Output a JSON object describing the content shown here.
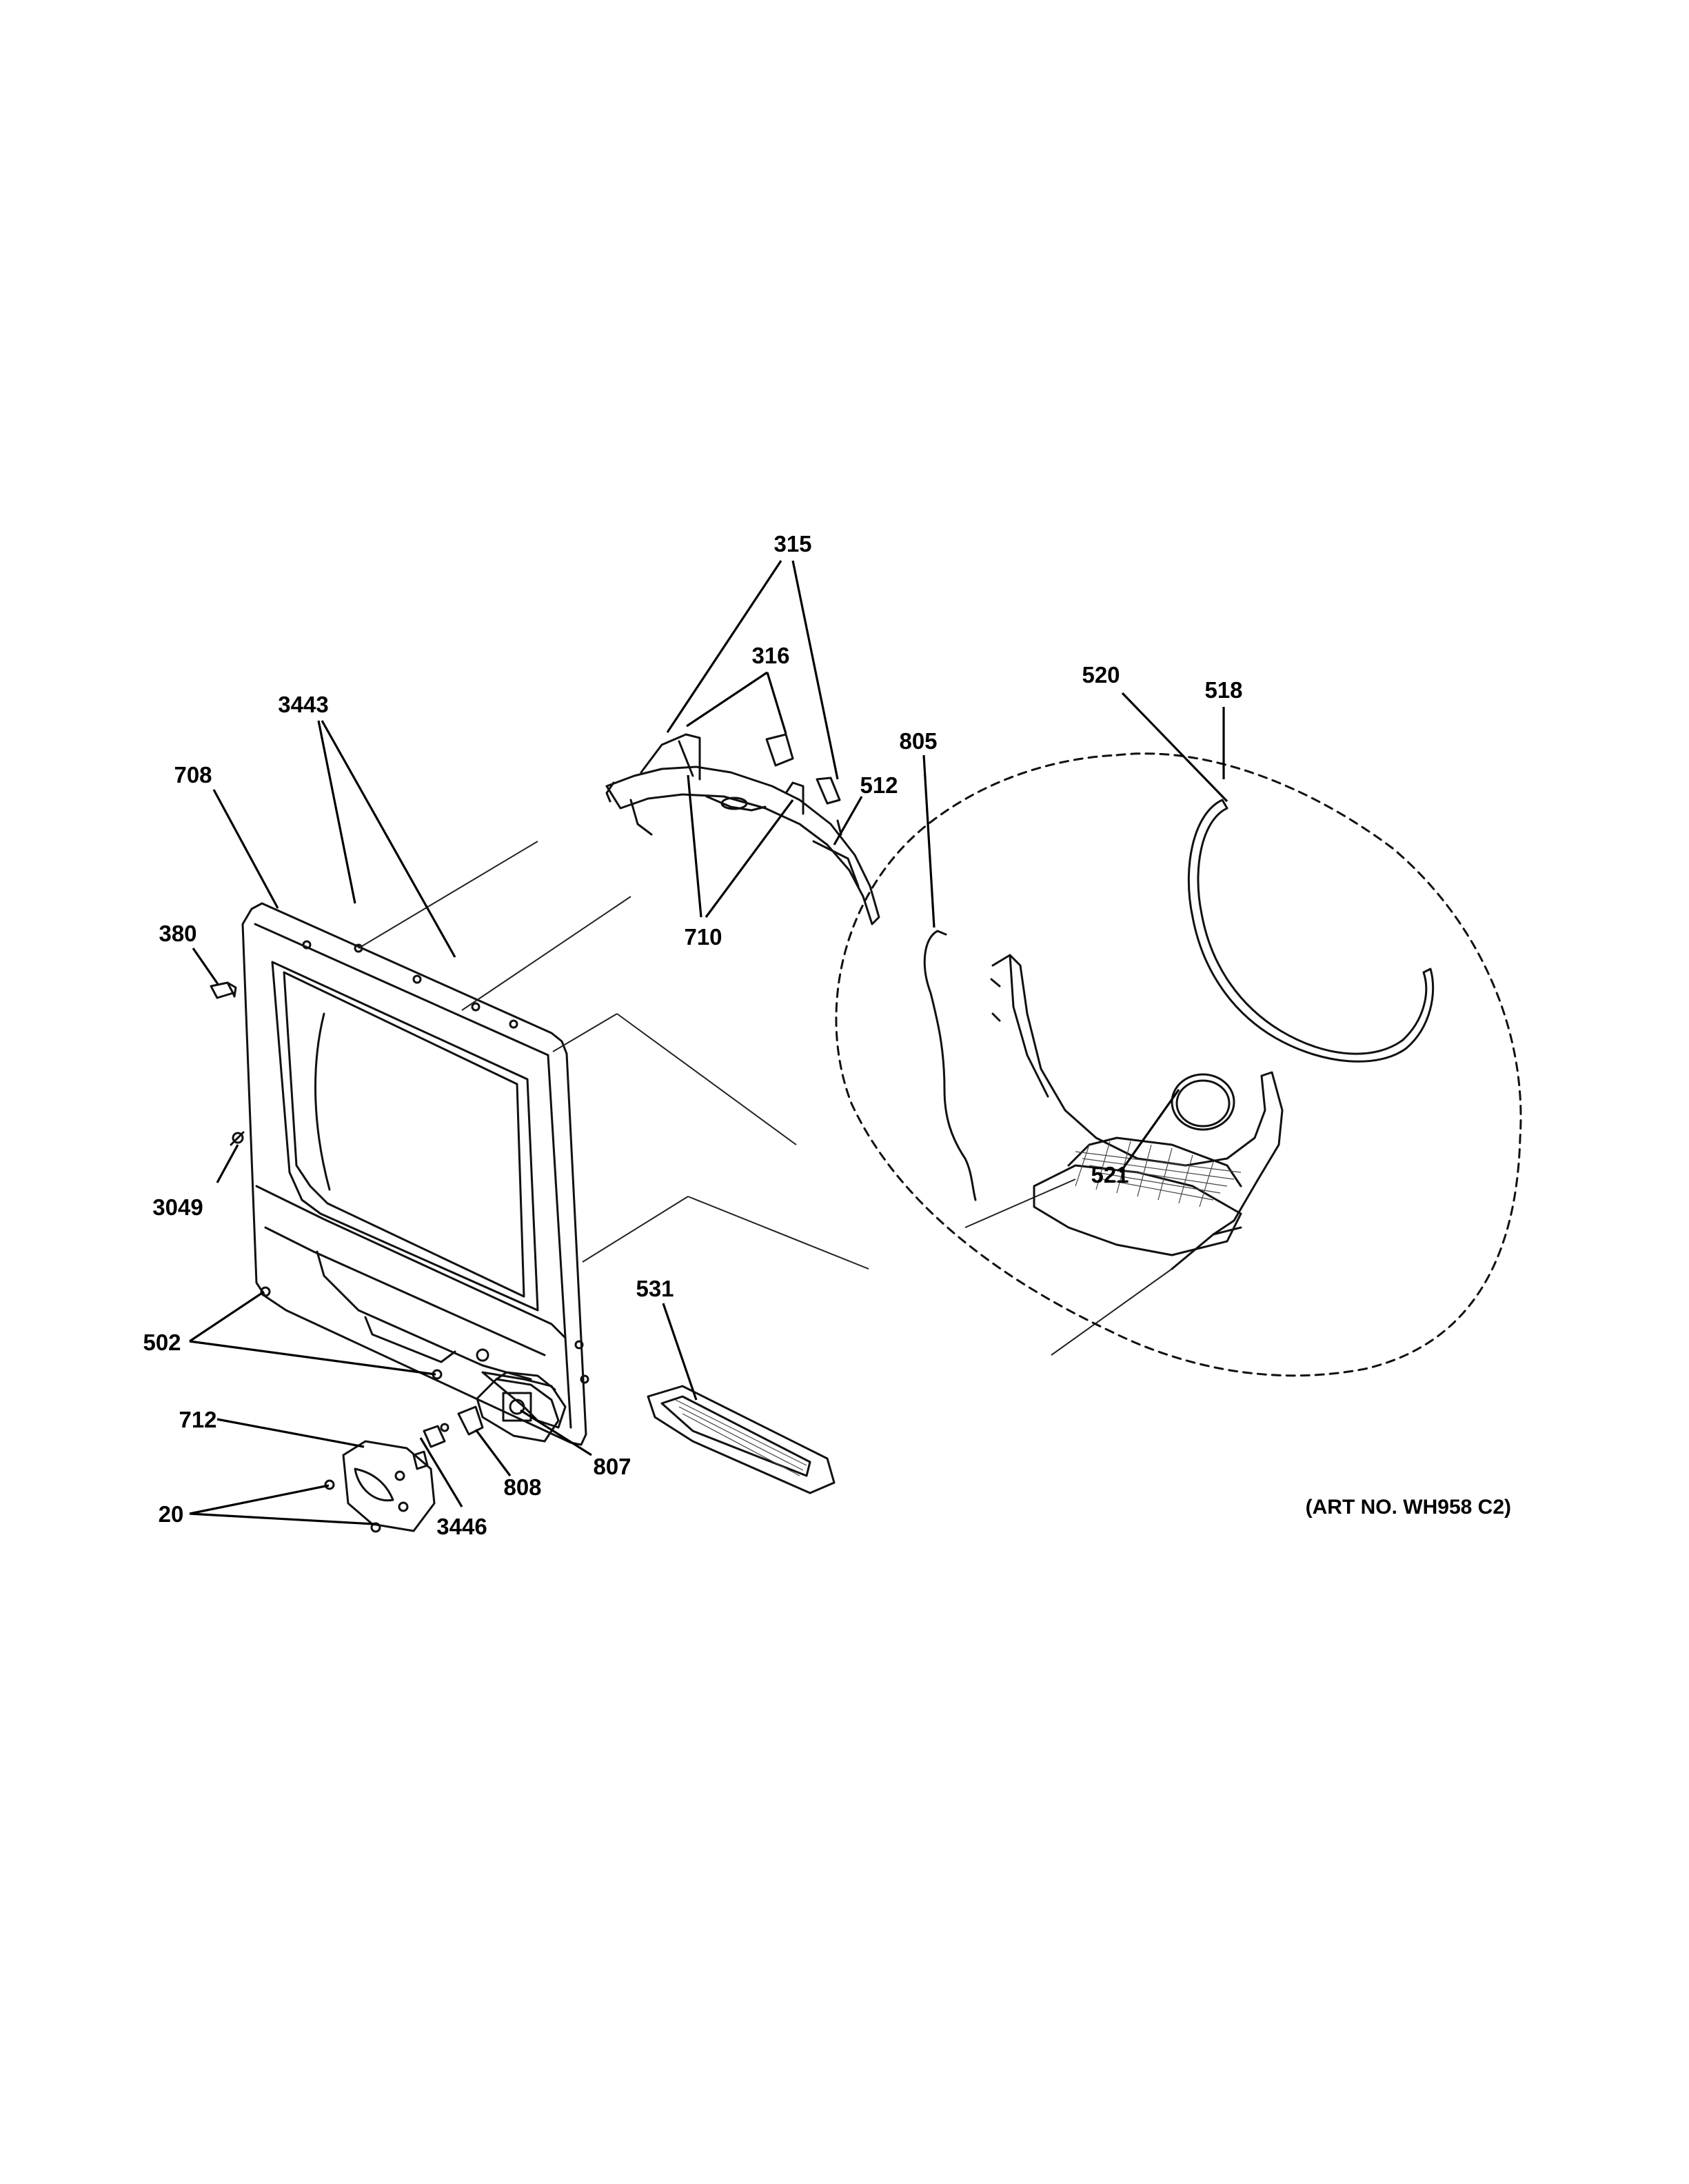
{
  "callouts": [
    {
      "id": "315",
      "label": "315"
    },
    {
      "id": "316",
      "label": "316"
    },
    {
      "id": "3443",
      "label": "3443"
    },
    {
      "id": "708",
      "label": "708"
    },
    {
      "id": "805",
      "label": "805"
    },
    {
      "id": "520",
      "label": "520"
    },
    {
      "id": "518",
      "label": "518"
    },
    {
      "id": "512",
      "label": "512"
    },
    {
      "id": "380",
      "label": "380"
    },
    {
      "id": "710",
      "label": "710"
    },
    {
      "id": "521",
      "label": "521"
    },
    {
      "id": "3049",
      "label": "3049"
    },
    {
      "id": "531",
      "label": "531"
    },
    {
      "id": "502",
      "label": "502"
    },
    {
      "id": "712",
      "label": "712"
    },
    {
      "id": "807",
      "label": "807"
    },
    {
      "id": "808",
      "label": "808"
    },
    {
      "id": "20",
      "label": "20"
    },
    {
      "id": "3446",
      "label": "3446"
    }
  ],
  "art_number": "(ART NO. WH958 C2)"
}
